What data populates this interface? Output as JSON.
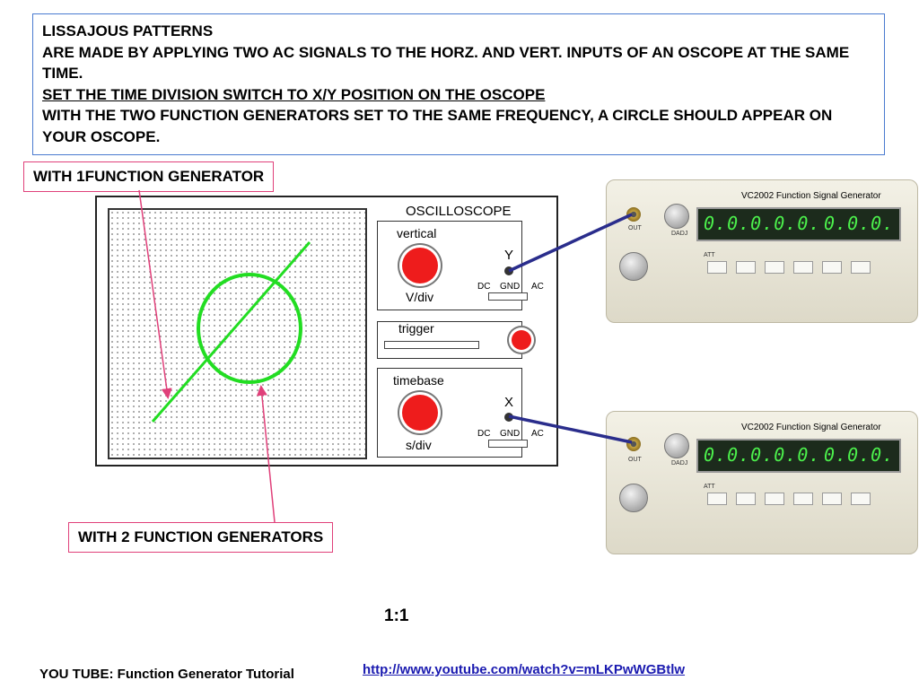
{
  "intro": {
    "heading": "LISSAJOUS PATTERNS",
    "line1": "ARE MADE BY APPLYING TWO AC SIGNALS TO THE HORZ. AND VERT. INPUTS OF  AN OSCOPE AT THE SAME TIME.",
    "line2": "SET THE TIME DIVISION SWITCH TO X/Y POSITION ON THE OSCOPE",
    "line3": "WITH THE TWO FUNCTION GENERATORS  SET TO THE SAME FREQUENCY, A CIRCLE SHOULD APPEAR ON YOUR OSCOPE."
  },
  "callouts": {
    "one_generator": "WITH 1FUNCTION GENERATOR",
    "two_generators": "WITH 2 FUNCTION GENERATORS"
  },
  "oscilloscope": {
    "title": "OSCILLOSCOPE",
    "vertical_label": "vertical",
    "vertical_units": "V/div",
    "y_input": "Y",
    "trigger_label": "trigger",
    "timebase_label": "timebase",
    "timebase_units": "s/div",
    "x_input": "X",
    "coupling": {
      "dc": "DC",
      "gnd": "GND",
      "ac": "AC"
    }
  },
  "generators": [
    {
      "model_label": "VC2002 Function Signal Generator",
      "freq_display": "0.0.0.0.0.",
      "amp_display": "0.0.0.",
      "out_label": "OUT",
      "dadj_label": "DADJ",
      "att_label": "ATT"
    },
    {
      "model_label": "VC2002 Function Signal Generator",
      "freq_display": "0.0.0.0.0.",
      "amp_display": "0.0.0.",
      "out_label": "OUT",
      "dadj_label": "DADJ",
      "att_label": "ATT"
    }
  ],
  "ratio_label": "1:1",
  "footer": {
    "tutorial_text": "YOU TUBE: Function Generator Tutorial",
    "link_text": "http://www.youtube.com/watch?v=mLKPwWGBtlw"
  },
  "colors": {
    "trace": "#22dd22",
    "knob": "#ee1c1c",
    "callout_border": "#e0407a",
    "cable": "#2a2d8c",
    "link": "#1a1ab0"
  }
}
